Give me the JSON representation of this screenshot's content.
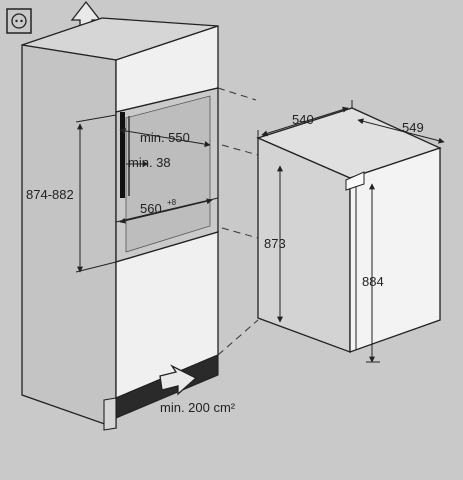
{
  "labels": {
    "min_depth": "min. 550",
    "min_gap": "min. 38",
    "niche_height": "874-882",
    "niche_width": "560",
    "niche_width_tol": "+8",
    "ventilation": "min. 200 cm²",
    "appliance_width": "540",
    "appliance_depth": "549",
    "body_height": "873",
    "total_height": "884"
  },
  "icons": [
    "socket-icon",
    "vent-arrow-up-icon",
    "vent-arrow-in-icon"
  ]
}
